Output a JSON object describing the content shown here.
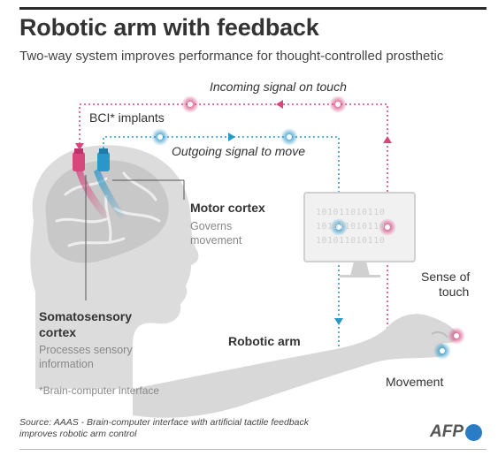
{
  "header": {
    "title": "Robotic arm with feedback",
    "subtitle": "Two-way system improves performance for thought-controlled prosthetic"
  },
  "labels": {
    "incoming": "Incoming signal on touch",
    "implants": "BCI* implants",
    "outgoing": "Outgoing signal to move",
    "motor_title": "Motor cortex",
    "motor_desc_1": "Governs",
    "motor_desc_2": "movement",
    "somato_title_1": "Somatosensory",
    "somato_title_2": "cortex",
    "somato_desc_1": "Processes sensory",
    "somato_desc_2": "information",
    "footnote": "*Brain-computer interface",
    "robotic_arm": "Robotic arm",
    "sense_1": "Sense of",
    "sense_2": "touch",
    "movement": "Movement"
  },
  "screen": {
    "rows": [
      "101011010110",
      "101011010110",
      "101011010110"
    ]
  },
  "source": {
    "line1": "Source: AAAS - Brain-computer interface with artificial tactile feedback",
    "line2": "improves robotic arm control"
  },
  "brand": {
    "logo": "AFP"
  },
  "colors": {
    "incoming": "#d6477e",
    "outgoing": "#2b97c9",
    "head": "#d4d4d4",
    "brain": "#c7c7c7",
    "text": "#333333",
    "afp_blue": "#2a7cc4"
  }
}
